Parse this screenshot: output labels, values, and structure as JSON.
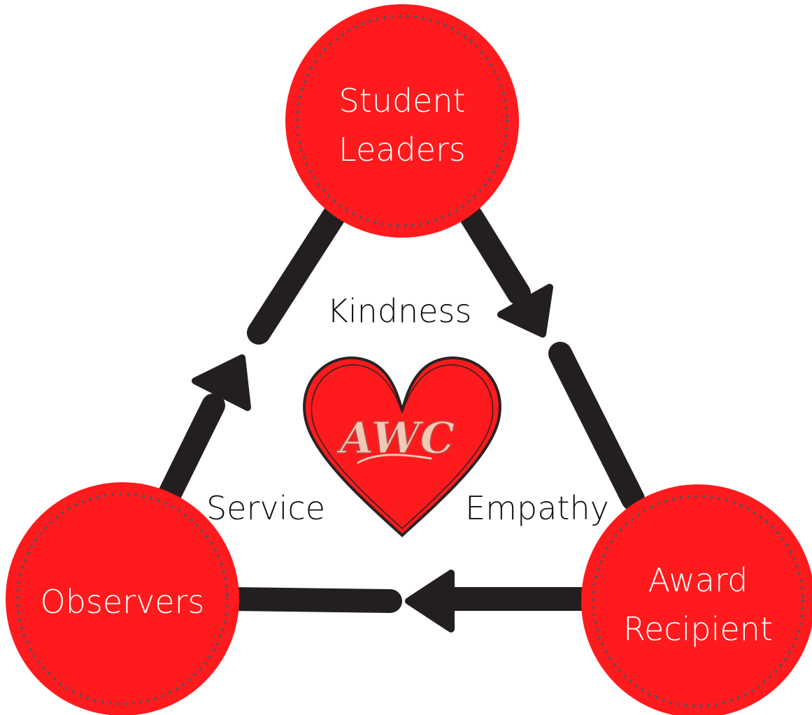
{
  "nodes": {
    "top": {
      "lines": [
        "Student",
        "Leaders"
      ]
    },
    "left": {
      "lines": [
        "Observers"
      ]
    },
    "right": {
      "lines": [
        "Award",
        "Recipient"
      ]
    }
  },
  "values": {
    "top": "Kindness",
    "left": "Service",
    "right": "Empathy"
  },
  "logo": {
    "text": "AWC"
  },
  "colors": {
    "node_fill": "#fe1a1d",
    "node_dots": "#55525a",
    "arrow": "#231f20",
    "node_text": "#ffffff",
    "label_text": "#111111"
  }
}
